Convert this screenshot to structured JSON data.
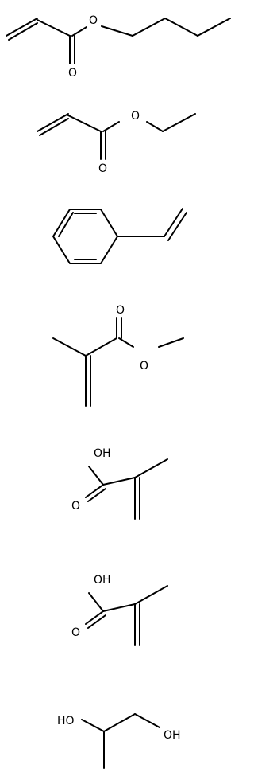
{
  "molecules": [
    {
      "name": "butyl acrylate",
      "labels": {
        "o_ester": "O",
        "o_carbonyl": "O"
      }
    },
    {
      "name": "ethyl acrylate",
      "labels": {
        "o_ester": "O",
        "o_carbonyl": "O"
      }
    },
    {
      "name": "styrene",
      "labels": {}
    },
    {
      "name": "methyl methacrylate",
      "labels": {
        "o_carbonyl": "O",
        "o_ester": "O"
      }
    },
    {
      "name": "methacrylic acid",
      "labels": {
        "oh": "OH",
        "o_carbonyl": "O"
      }
    },
    {
      "name": "methacrylic acid 2",
      "labels": {
        "oh": "OH",
        "o_carbonyl": "O"
      }
    },
    {
      "name": "propylene glycol",
      "labels": {
        "oh1": "HO",
        "oh2": "OH"
      }
    }
  ]
}
